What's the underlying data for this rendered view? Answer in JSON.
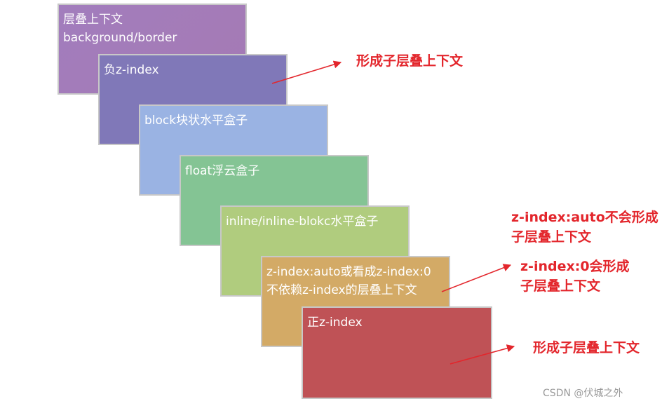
{
  "layers": [
    {
      "lines": [
        "层叠上下文",
        "background/border"
      ]
    },
    {
      "lines": [
        "负z-index"
      ]
    },
    {
      "lines": [
        "block块状水平盒子"
      ]
    },
    {
      "lines": [
        "float浮云盒子"
      ]
    },
    {
      "lines": [
        "inline/inline-blokc水平盒子"
      ]
    },
    {
      "lines": [
        "z-index:auto或看成z-index:0",
        "不依赖z-index的层叠上下文"
      ]
    },
    {
      "lines": [
        "正z-index"
      ]
    }
  ],
  "annotations": [
    {
      "lines": [
        "形成子层叠上下文"
      ]
    },
    {
      "lines": [
        "z-index:auto不会形成",
        "子层叠上下文"
      ]
    },
    {
      "lines": [
        "z-index:0会形成",
        "子层叠上下文"
      ]
    },
    {
      "lines": [
        "形成子层叠上下文"
      ]
    }
  ],
  "colors": {
    "annotation": "#e3262c",
    "layer_text": "#ffffff",
    "layers": [
      "#a57ab8",
      "#8078b8",
      "#9ab3e3",
      "#84c494",
      "#b0cc7e",
      "#d3aa66",
      "#bf5256"
    ]
  },
  "watermark": "CSDN @伏城之外"
}
